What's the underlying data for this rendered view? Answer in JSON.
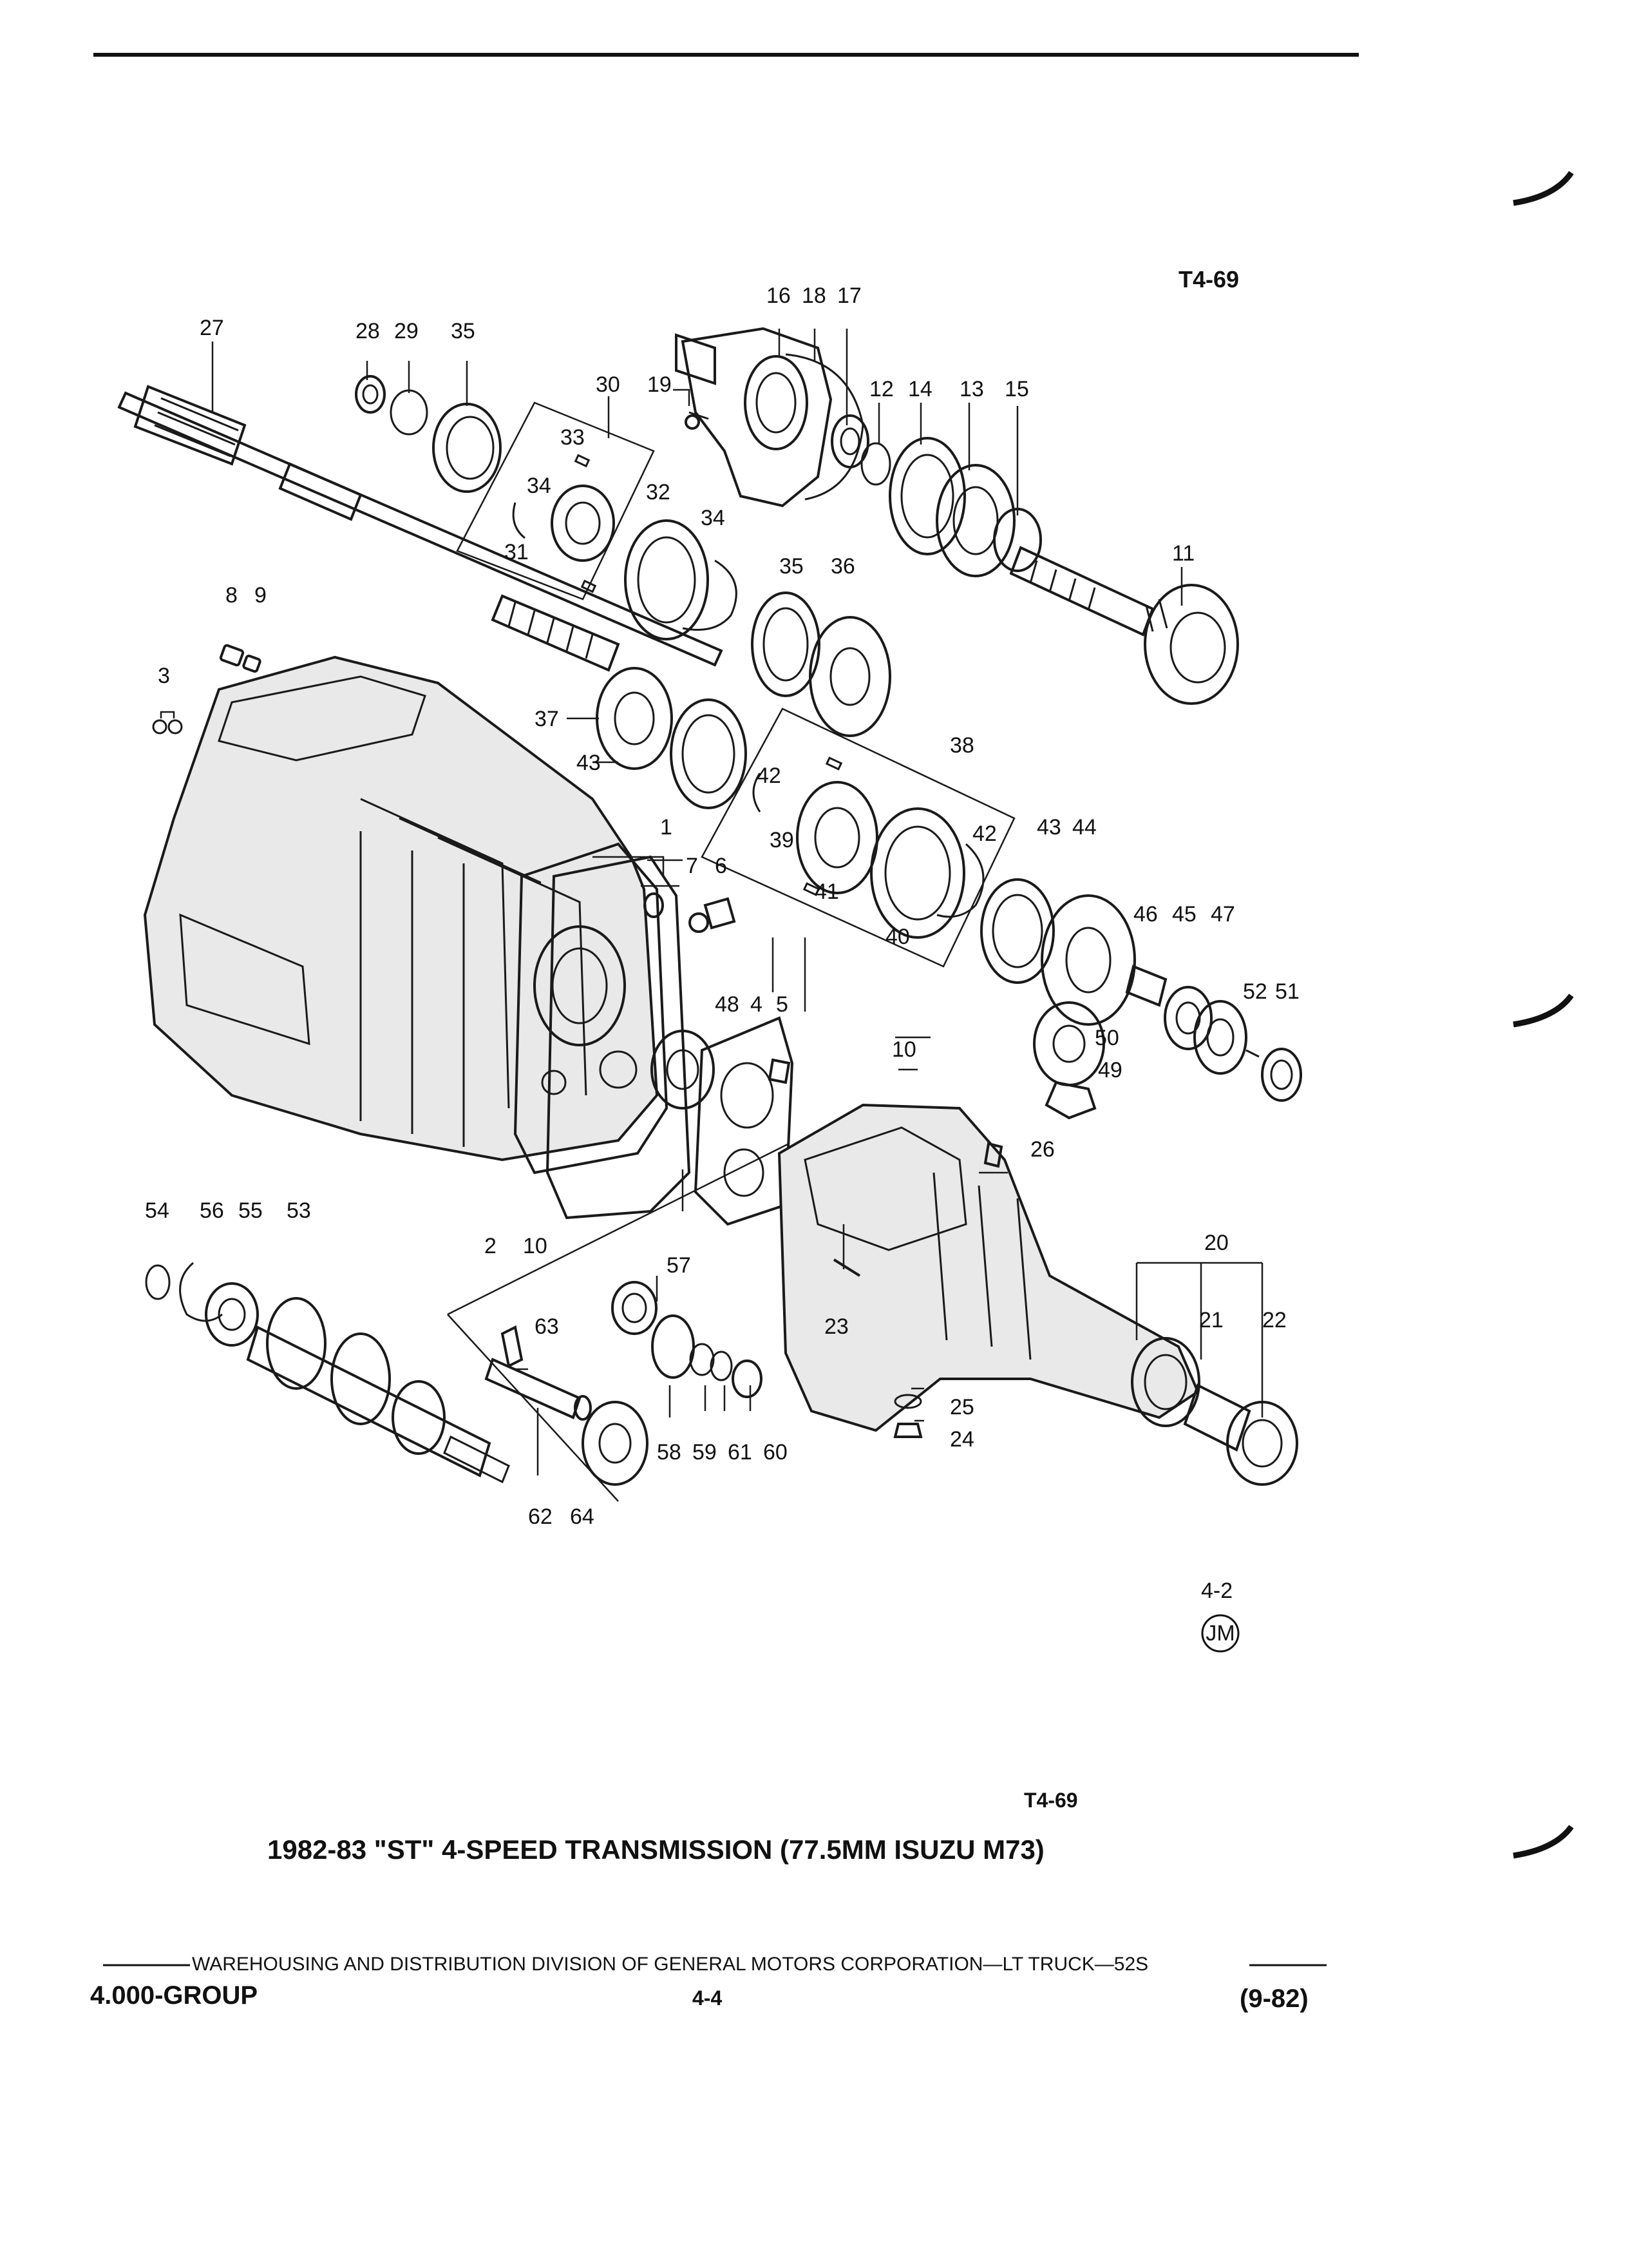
{
  "figure_code_top": "T4-69",
  "figure_code_bottom": "T4-69",
  "title": "1982-83 \"ST\" 4-SPEED TRANSMISSION (77.5MM ISUZU M73)",
  "page_ref": {
    "number": "4-2",
    "badge": "JM"
  },
  "footer": {
    "line": "WAREHOUSING AND DISTRIBUTION  DIVISION OF GENERAL MOTORS CORPORATION—LT TRUCK—52S",
    "group": "4.000-GROUP",
    "page": "4-4",
    "date": "(9-82)"
  },
  "callouts": [
    {
      "id": "c27",
      "label": "27"
    },
    {
      "id": "c28",
      "label": "28"
    },
    {
      "id": "c29",
      "label": "29"
    },
    {
      "id": "c35a",
      "label": "35"
    },
    {
      "id": "c30",
      "label": "30"
    },
    {
      "id": "c19",
      "label": "19"
    },
    {
      "id": "c16",
      "label": "16"
    },
    {
      "id": "c18",
      "label": "18"
    },
    {
      "id": "c17",
      "label": "17"
    },
    {
      "id": "c12",
      "label": "12"
    },
    {
      "id": "c14",
      "label": "14"
    },
    {
      "id": "c13",
      "label": "13"
    },
    {
      "id": "c15",
      "label": "15"
    },
    {
      "id": "c33",
      "label": "33"
    },
    {
      "id": "c34a",
      "label": "34"
    },
    {
      "id": "c32",
      "label": "32"
    },
    {
      "id": "c34b",
      "label": "34"
    },
    {
      "id": "c31",
      "label": "31"
    },
    {
      "id": "c35b",
      "label": "35"
    },
    {
      "id": "c36",
      "label": "36"
    },
    {
      "id": "c11",
      "label": "11"
    },
    {
      "id": "c8",
      "label": "8"
    },
    {
      "id": "c9",
      "label": "9"
    },
    {
      "id": "c3",
      "label": "3"
    },
    {
      "id": "c37",
      "label": "37"
    },
    {
      "id": "c43a",
      "label": "43"
    },
    {
      "id": "c38",
      "label": "38"
    },
    {
      "id": "c42a",
      "label": "42"
    },
    {
      "id": "c39",
      "label": "39"
    },
    {
      "id": "c42b",
      "label": "42"
    },
    {
      "id": "c41",
      "label": "41"
    },
    {
      "id": "c40",
      "label": "40"
    },
    {
      "id": "c43b",
      "label": "43"
    },
    {
      "id": "c44",
      "label": "44"
    },
    {
      "id": "c1",
      "label": "1"
    },
    {
      "id": "c7",
      "label": "7"
    },
    {
      "id": "c6",
      "label": "6"
    },
    {
      "id": "c46",
      "label": "46"
    },
    {
      "id": "c45",
      "label": "45"
    },
    {
      "id": "c47",
      "label": "47"
    },
    {
      "id": "c52",
      "label": "52"
    },
    {
      "id": "c51",
      "label": "51"
    },
    {
      "id": "c48",
      "label": "48"
    },
    {
      "id": "c4",
      "label": "4"
    },
    {
      "id": "c5",
      "label": "5"
    },
    {
      "id": "c50",
      "label": "50"
    },
    {
      "id": "c49",
      "label": "49"
    },
    {
      "id": "c10a",
      "label": "10"
    },
    {
      "id": "c26",
      "label": "26"
    },
    {
      "id": "c54",
      "label": "54"
    },
    {
      "id": "c56",
      "label": "56"
    },
    {
      "id": "c55",
      "label": "55"
    },
    {
      "id": "c53",
      "label": "53"
    },
    {
      "id": "c2",
      "label": "2"
    },
    {
      "id": "c10b",
      "label": "10"
    },
    {
      "id": "c20",
      "label": "20"
    },
    {
      "id": "c57",
      "label": "57"
    },
    {
      "id": "c63",
      "label": "63"
    },
    {
      "id": "c23",
      "label": "23"
    },
    {
      "id": "c21",
      "label": "21"
    },
    {
      "id": "c22",
      "label": "22"
    },
    {
      "id": "c25",
      "label": "25"
    },
    {
      "id": "c24",
      "label": "24"
    },
    {
      "id": "c58",
      "label": "58"
    },
    {
      "id": "c59",
      "label": "59"
    },
    {
      "id": "c61",
      "label": "61"
    },
    {
      "id": "c60",
      "label": "60"
    },
    {
      "id": "c62",
      "label": "62"
    },
    {
      "id": "c64",
      "label": "64"
    }
  ]
}
